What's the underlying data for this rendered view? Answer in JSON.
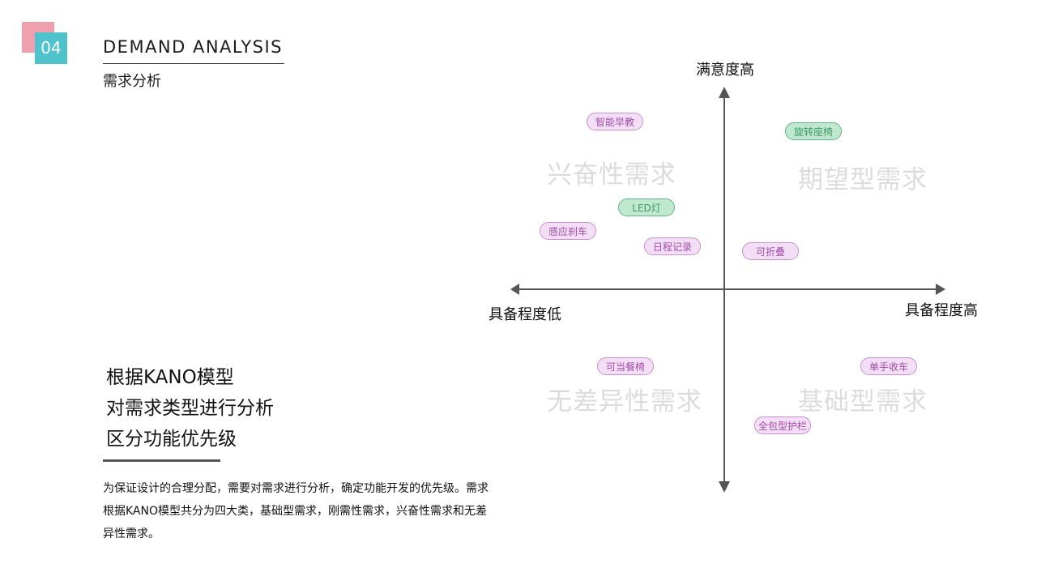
{
  "header": {
    "badge_number": "04",
    "title_en": "DEMAND ANALYSIS",
    "title_cn": "需求分析"
  },
  "left_panel": {
    "lines": [
      "根据KANO模型",
      "对需求类型进行分析",
      "区分功能优先级"
    ],
    "description": "为保证设计的合理分配，需要对需求进行分析，确定功能开发的优先级。需求根据KANO模型共分为四大类，基础型需求，刚需性需求，兴奋性需求和无差异性需求。"
  },
  "diagram": {
    "axis_top": "满意度高",
    "axis_left": "具备程度低",
    "axis_right": "具备程度高",
    "quadrants": {
      "top_left": "兴奋性需求",
      "top_right": "期望型需求",
      "bottom_left": "无差异性需求",
      "bottom_right": "基础型需求"
    },
    "tags": [
      {
        "label": "智能早教",
        "style": "purple"
      },
      {
        "label": "旋转座椅",
        "style": "green"
      },
      {
        "label": "LED灯",
        "style": "green"
      },
      {
        "label": "感应刹车",
        "style": "purple"
      },
      {
        "label": "日程记录",
        "style": "purple"
      },
      {
        "label": "可折叠",
        "style": "purple"
      },
      {
        "label": "可当餐椅",
        "style": "purple"
      },
      {
        "label": "单手收车",
        "style": "purple"
      },
      {
        "label": "全包型护栏",
        "style": "purple"
      }
    ],
    "colors": {
      "badge_pink": "#f0a0ad",
      "badge_teal": "#4fc3cc",
      "tag_purple": "#f3dff5",
      "tag_green": "#bfe8cf",
      "axis": "#555555"
    }
  }
}
